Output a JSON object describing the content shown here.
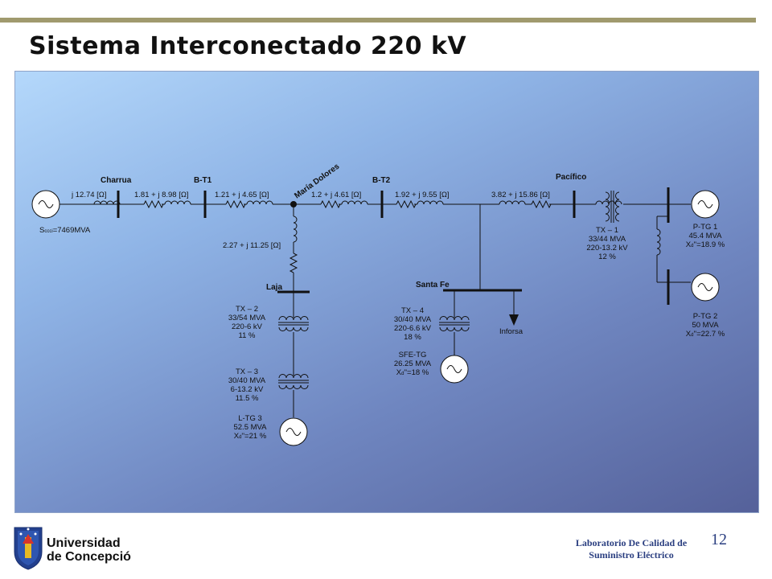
{
  "slide": {
    "title": "Sistema Interconectado 220 kV",
    "page_number": "12",
    "footer_line1": "Laboratorio De Calidad de",
    "footer_line2": "Suministro Eléctrico",
    "logo_line1": "Universidad",
    "logo_line2": "de Concepción"
  },
  "diagram": {
    "buses": {
      "charrua": "Charrua",
      "bt1": "B-T1",
      "maria_dolores": "María Dolores",
      "bt2": "B-T2",
      "pacifico": "Pacífico",
      "laja": "Laja",
      "santa_fe": "Santa Fe"
    },
    "impedances": {
      "source": "j 12.74 [Ω]",
      "charrua_bt1": "1.81 + j 8.98 [Ω]",
      "bt1_maria": "1.21 + j 4.65 [Ω]",
      "maria_bt2": "1.2 + j 4.61 [Ω]",
      "bt2_junction": "1.92 + j 9.55 [Ω]",
      "junction_pacifico": "3.82 + j 15.86 [Ω]",
      "maria_laja": "2.27 + j 11.25 [Ω]"
    },
    "source": {
      "prefix": "S",
      "subscript": "ccci",
      "value": "=7469MVA"
    },
    "transformers": {
      "tx1": [
        "TX – 1",
        "33/44 MVA",
        "220-13.2 kV",
        "12 %"
      ],
      "tx2": [
        "TX – 2",
        "33/54 MVA",
        "220-6 kV",
        "11 %"
      ],
      "tx3": [
        "TX – 3",
        "30/40 MVA",
        "6-13.2 kV",
        "11.5 %"
      ],
      "tx4": [
        "TX – 4",
        "30/40 MVA",
        "220-6.6 kV",
        "18 %"
      ]
    },
    "generators": {
      "ptg1": {
        "name": "P-TG 1",
        "rating": "45.4 MVA",
        "xd_prefix": "X",
        "xd_sub": "d",
        "xd_value": "''=18.9 %"
      },
      "ptg2": {
        "name": "P-TG 2",
        "rating": "50 MVA",
        "xd_prefix": "X",
        "xd_sub": "d",
        "xd_value": "''=22.7 %"
      },
      "sfetg": {
        "name": "SFE-TG",
        "rating": "26.25 MVA",
        "xd_prefix": "X",
        "xd_sub": "d",
        "xd_value": "''=18 %"
      },
      "ltg3": {
        "name": "L-TG 3",
        "rating": "52.5 MVA",
        "xd_prefix": "X",
        "xd_sub": "d",
        "xd_value": "''=21 %"
      }
    },
    "load": "Inforsa"
  }
}
